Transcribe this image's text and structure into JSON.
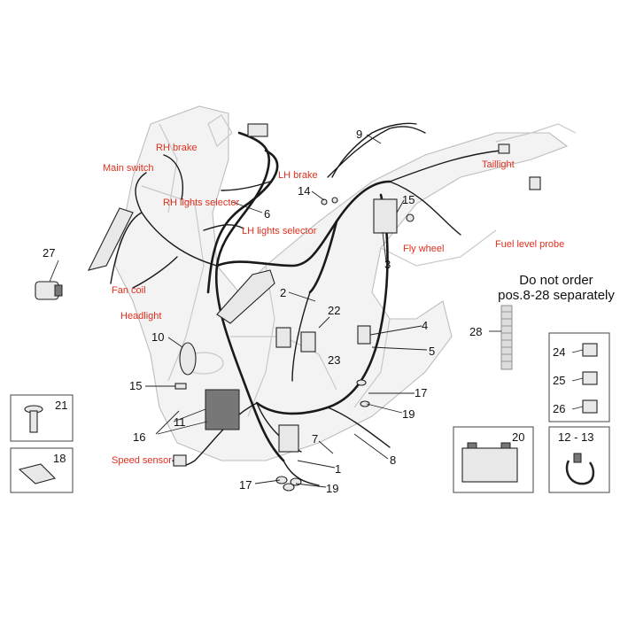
{
  "labels_red": {
    "rh_brake": "RH brake",
    "main_switch": "Main switch",
    "rh_lights_selector": "RH lights selector",
    "lh_brake": "LH brake",
    "lh_lights_selector": "LH lights selector",
    "fan_coil": "Fan coil",
    "headlight": "Headlight",
    "speed_sensor": "Speed sensor",
    "taillight": "Taillight",
    "fly_wheel": "Fly wheel",
    "fuel_level_probe": "Fuel level probe"
  },
  "numbers": {
    "n1": "1",
    "n2": "2",
    "n3": "3",
    "n4": "4",
    "n5": "5",
    "n6": "6",
    "n7": "7",
    "n8": "8",
    "n9": "9",
    "n10": "10",
    "n11": "11",
    "n14": "14",
    "n15a": "15",
    "n15b": "15",
    "n16": "16",
    "n17a": "17",
    "n17b": "17",
    "n19a": "19",
    "n19b": "19",
    "n20": "20",
    "n21": "21",
    "n22": "22",
    "n23": "23",
    "n24": "24",
    "n25": "25",
    "n26": "26",
    "n27": "27",
    "n28": "28",
    "n12_13": "12 - 13",
    "n18": "18"
  },
  "note": {
    "line1": "Do not order",
    "line2": "pos.8-28 separately"
  }
}
